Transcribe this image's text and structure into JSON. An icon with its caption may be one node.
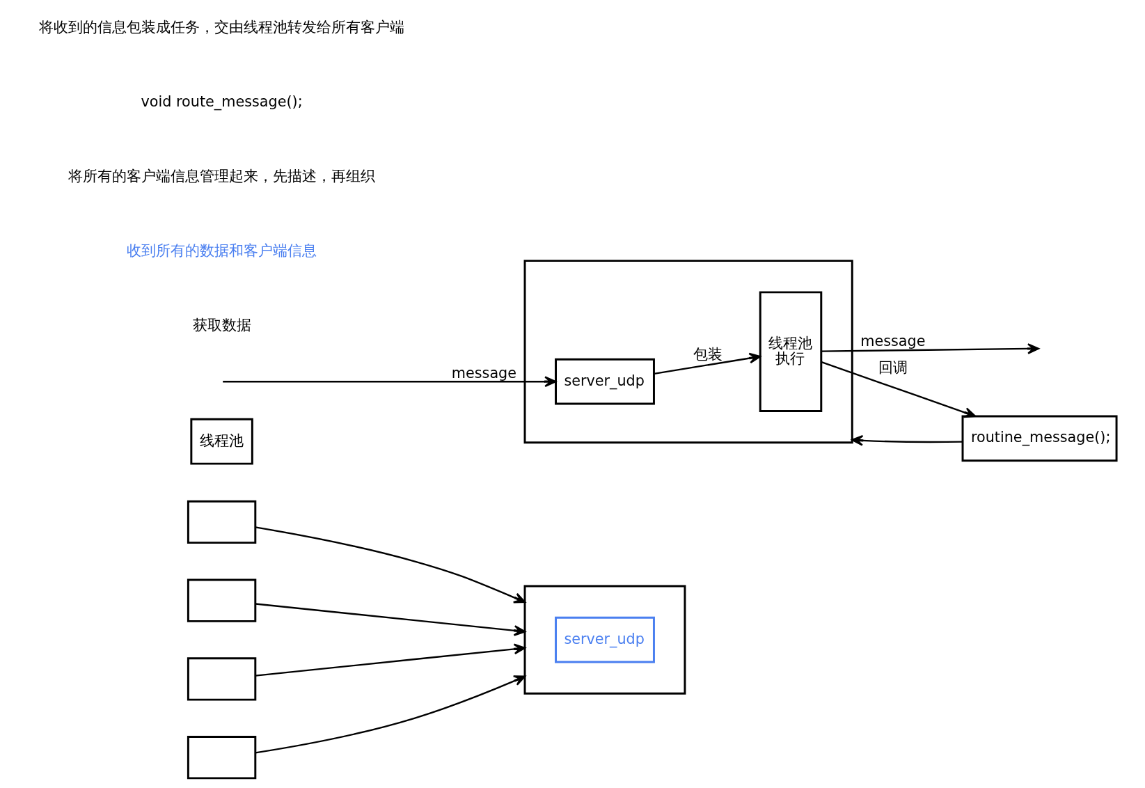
{
  "diagram": {
    "nodes": [
      {
        "text": [],
        "shape": "box"
      },
      {
        "text": [],
        "shape": "box"
      },
      {
        "text": [],
        "shape": "box"
      },
      {
        "text": [],
        "shape": "box"
      },
      {
        "text": [],
        "shape": "box"
      },
      {
        "text": [
          "server_udp"
        ],
        "in": 4
      },
      {
        "text": [
          "线程池"
        ]
      },
      {
        "text": [],
        "shape": "box"
      },
      {
        "text": [
          "server_udp"
        ],
        "in": 7
      },
      {
        "text": [
          "线程池",
          "执行"
        ],
        "in": 7
      },
      {
        "text": [
          "routine_message();"
        ]
      }
    ],
    "edges": [
      {
        "from": 0,
        "to": 4,
        "arrow": "to"
      },
      {
        "from": 1,
        "to": 4,
        "arrow": "to"
      },
      {
        "from": 2,
        "to": 4,
        "arrow": "to"
      },
      {
        "from": 3,
        "to": 4,
        "arrow": "to"
      },
      {
        "from": null,
        "to": 8,
        "arrow": "to",
        "label": "message"
      },
      {
        "from": 8,
        "to": 9,
        "arrow": "to",
        "label": "包装"
      },
      {
        "from": 10,
        "to": 7,
        "arrow": "to"
      },
      {
        "from": 9,
        "to": 10,
        "arrow": "to",
        "label": "回调"
      },
      {
        "from": 9,
        "to": null,
        "arrow": "to",
        "label": "message"
      }
    ],
    "labels": [
      "获取数据",
      "收到所有的数据和客户端信息",
      "将所有的客户端信息管理起来，先描述，再组织",
      "void route_message();",
      "将收到的信息包装成任务，交由线程池转发给所有客户端"
    ]
  }
}
